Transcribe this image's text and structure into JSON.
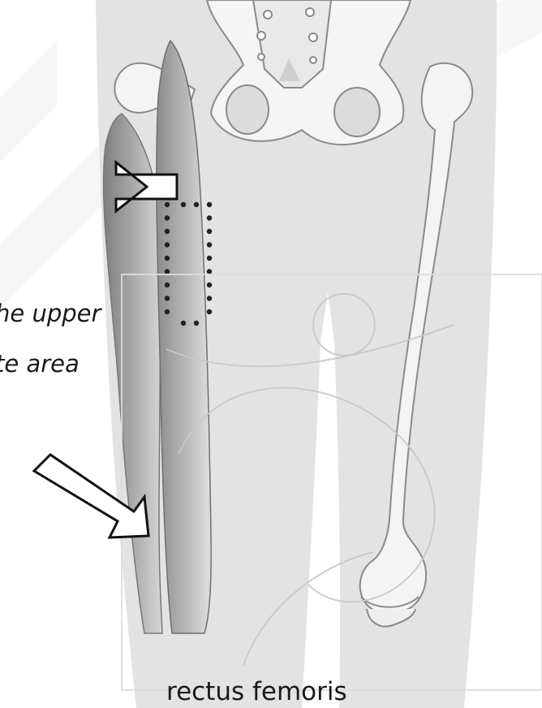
{
  "annotation": {
    "side_label_line_1": "he upper",
    "side_label_line_2": "te area"
  },
  "caption": {
    "muscle_name": "rectus femoris"
  },
  "colors": {
    "leg_silhouette": "#e4e4e4",
    "bone_fill": "#f4f4f4",
    "bone_outline": "#8a8a8a",
    "muscle_dark": "#8e8e8e",
    "muscle_light": "#d4d4d4",
    "arrow_outline": "#111111",
    "dots": "#222222",
    "text": "#1a1a1a"
  },
  "icons": {
    "right_arrow": "right-arrow-icon",
    "diagonal_arrow": "down-right-arrow-icon"
  }
}
